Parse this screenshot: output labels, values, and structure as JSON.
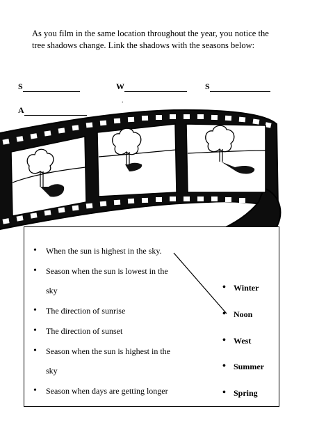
{
  "instructions": "As you film in the same location throughout the year, you notice the tree shadows change. Link the shadows with the seasons below:",
  "blanks": [
    {
      "letter": "S"
    },
    {
      "letter": "W"
    },
    {
      "letter": "S"
    },
    {
      "letter": "A"
    }
  ],
  "left_items": [
    {
      "lines": [
        "When the sun is highest in the sky."
      ]
    },
    {
      "lines": [
        "Season when the sun is lowest in the",
        "sky"
      ]
    },
    {
      "lines": [
        "The direction of sunrise"
      ]
    },
    {
      "lines": [
        "The direction of sunset"
      ]
    },
    {
      "lines": [
        "Season when the sun is highest in the",
        "sky"
      ]
    },
    {
      "lines": [
        "Season when days are getting longer"
      ]
    }
  ],
  "right_items": [
    "Winter",
    "Noon",
    "West",
    "Summer",
    "Spring"
  ],
  "bullet_glyph": "•"
}
